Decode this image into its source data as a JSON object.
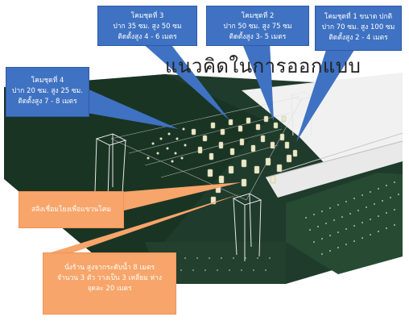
{
  "title": "แนวคิดในการออกแบบ",
  "callouts": {
    "set3": {
      "line1": "โคมชุดที่ 3",
      "line2": "ปาก 35 ซม. สูง 50 ซม",
      "line3": "ติดตั้งสูง 4 - 6 เมตร"
    },
    "set2": {
      "line1": "โคมชุดที่ 2",
      "line2": "ปาก 50 ซม. สูง 75 ซม",
      "line3": "ติดตั้งสูง 3- 5 เมตร"
    },
    "set1": {
      "line1": "โคมชุดที่ 1 ขนาด ปกติ",
      "line2": "ปาก 70 ซม. สูง 100 ซม",
      "line3": "ติดตั้งสูง 2 - 4 เมตร"
    },
    "set4": {
      "line1": "โคมชุดที่ 4",
      "line2": "ปาก 20 ซม. สูง 25 ซม.",
      "line3": "ติดตั้งสูง 7 - 8 เมตร"
    },
    "sling": {
      "line1": "สลิงเชื่อมโยงเพื่อแขวนโคม"
    },
    "scaffold": {
      "line1": "นั่งร้าน สูงจากระดับน้ำ 8 เมตร",
      "line2": "จำนวน 3 ตัว วางเป็น 3 เหลี่ยม ห่าง",
      "line3": "จุดละ 20 เมตร"
    }
  },
  "colors": {
    "blue": "#3f72c2",
    "orange": "#f7a56a",
    "water": "#1e3b2a"
  }
}
